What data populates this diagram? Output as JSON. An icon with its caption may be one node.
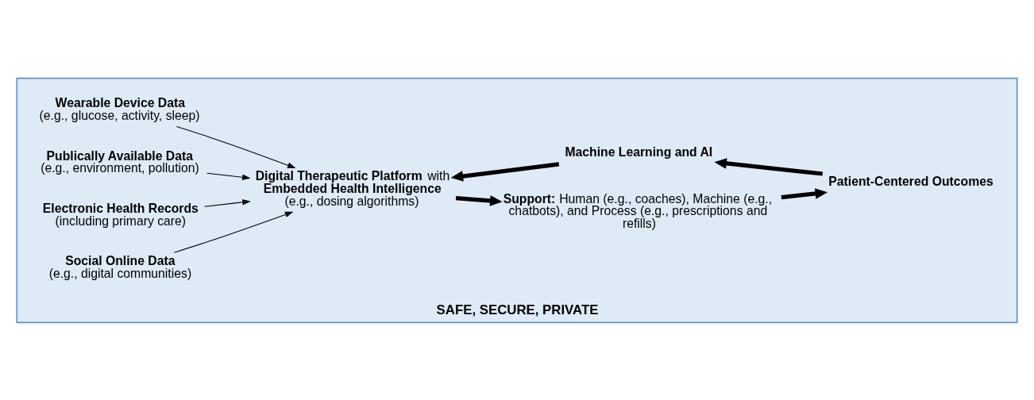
{
  "diagram": {
    "nodes": [
      {
        "text": [
          "SAFE, SECURE, PRIVATE"
        ]
      },
      {
        "text": [
          "Wearable Device Data",
          "(e.g., glucose, activity, sleep)"
        ],
        "in": 0
      },
      {
        "text": [
          "Publically Available Data",
          "(e.g., environment, pollution)"
        ],
        "in": 0
      },
      {
        "text": [
          "Electronic Health Records",
          "(including primary care)"
        ],
        "in": 0
      },
      {
        "text": [
          "Social Online Data",
          "(e.g., digital communities)"
        ],
        "in": 0
      },
      {
        "text": [
          "**Digital Therapeutic Platform** with **Embedded Health Intelligence**",
          "(e.g., dosing algorithms)"
        ],
        "in": 0
      },
      {
        "text": [
          "**Support:** Human (e.g., coaches), Machine (e.g., chatbots), and Process (e.g., prescriptions and refills)"
        ],
        "in": 0
      },
      {
        "text": [
          "Patient-Centered Outcomes"
        ],
        "in": 0
      },
      {
        "text": [
          "Machine Learning and AI"
        ],
        "in": 0
      }
    ],
    "edges": [
      {
        "from": 1,
        "to": 5,
        "arrow": "to"
      },
      {
        "from": 2,
        "to": 5,
        "arrow": "to"
      },
      {
        "from": 3,
        "to": 5,
        "arrow": "to"
      },
      {
        "from": 4,
        "to": 5,
        "arrow": "to"
      },
      {
        "from": 5,
        "to": 6,
        "arrow": "to",
        "style": "thick"
      },
      {
        "from": 6,
        "to": 7,
        "arrow": "to",
        "style": "thick"
      },
      {
        "from": 7,
        "to": 8,
        "arrow": "to",
        "style": "thick"
      },
      {
        "from": 8,
        "to": 5,
        "arrow": "to",
        "style": "thick"
      }
    ]
  }
}
